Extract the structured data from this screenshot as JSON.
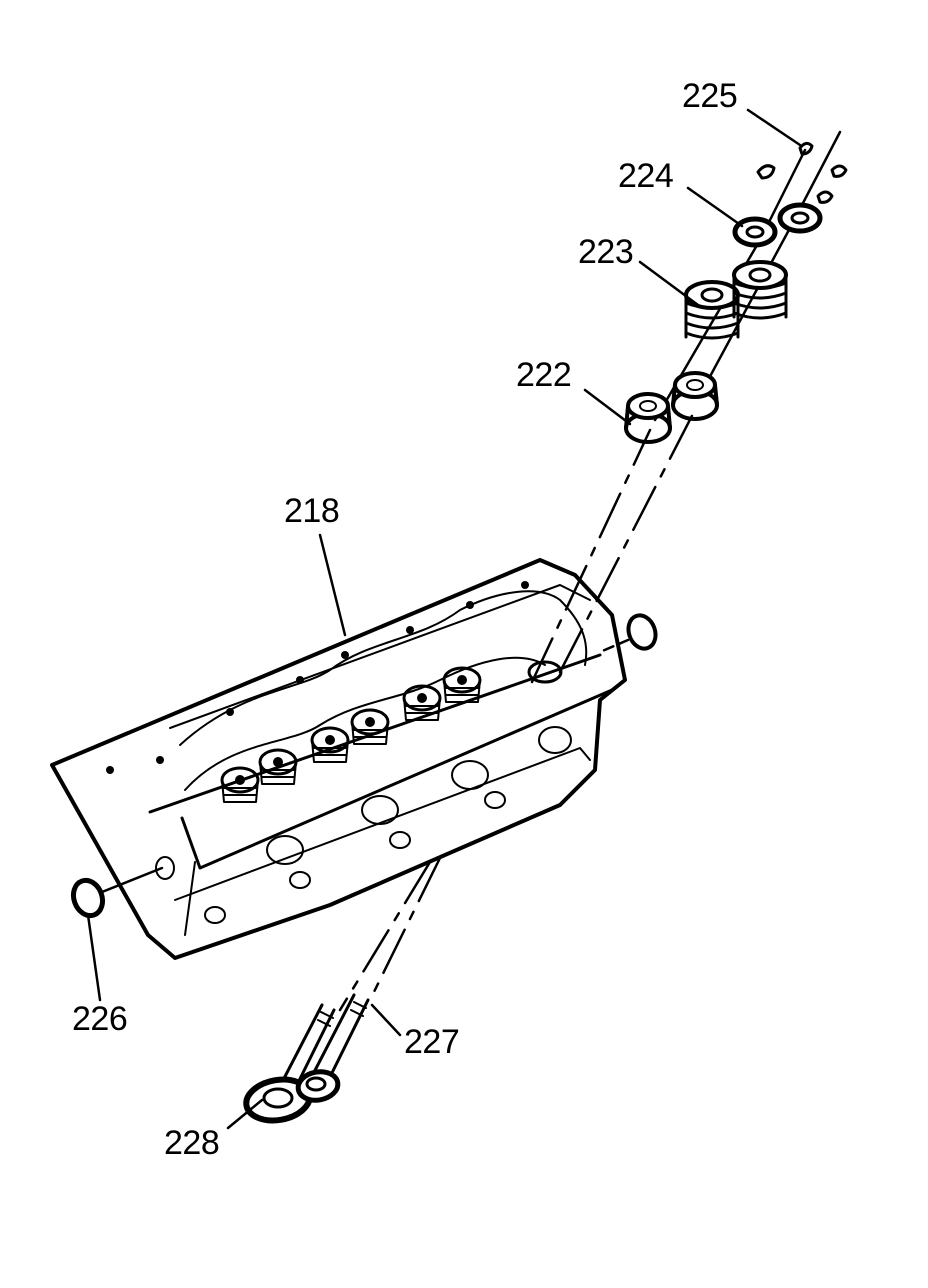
{
  "callouts": {
    "c218": "218",
    "c222": "222",
    "c223": "223",
    "c224": "224",
    "c225": "225",
    "c226": "226",
    "c227": "227",
    "c228": "228"
  },
  "colors": {
    "ink": "#000000",
    "paper": "#ffffff"
  }
}
